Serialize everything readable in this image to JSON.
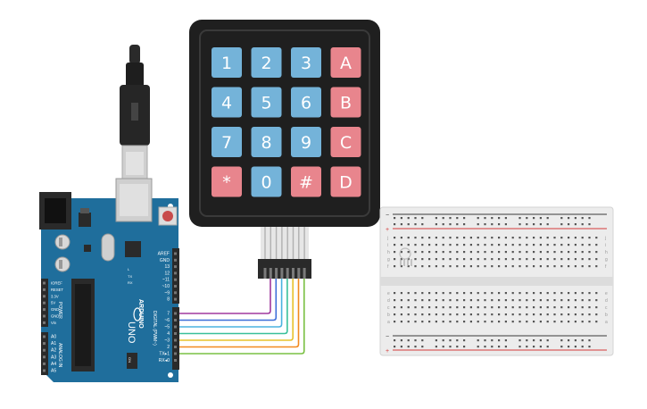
{
  "keypad": {
    "keys": [
      {
        "label": "1",
        "color": "blue"
      },
      {
        "label": "2",
        "color": "blue"
      },
      {
        "label": "3",
        "color": "blue"
      },
      {
        "label": "A",
        "color": "red"
      },
      {
        "label": "4",
        "color": "blue"
      },
      {
        "label": "5",
        "color": "blue"
      },
      {
        "label": "6",
        "color": "blue"
      },
      {
        "label": "B",
        "color": "red"
      },
      {
        "label": "7",
        "color": "blue"
      },
      {
        "label": "8",
        "color": "blue"
      },
      {
        "label": "9",
        "color": "blue"
      },
      {
        "label": "C",
        "color": "red"
      },
      {
        "label": "*",
        "color": "red"
      },
      {
        "label": "0",
        "color": "blue"
      },
      {
        "label": "#",
        "color": "red"
      },
      {
        "label": "D",
        "color": "red"
      }
    ],
    "blue": "#74b3d9",
    "red": "#e8858d",
    "body": "#1f1f1f"
  },
  "arduino": {
    "brand": "ARDUINO",
    "model": "UNO",
    "digital_header": "DIGITAL (PWM~)",
    "power_label": "POWER",
    "analog_label": "ANALOG IN",
    "on_label": "ON",
    "top_pins": [
      "AREF",
      "GND",
      "13",
      "12",
      "~11",
      "~10",
      "~9",
      "8"
    ],
    "bottom_pins": [
      "7",
      "~6",
      "~5",
      "4",
      "~3",
      "2",
      "TX▸1",
      "RX◂0"
    ],
    "power_pins": [
      "IOREF",
      "RESET",
      "3.3V",
      "5V",
      "GND",
      "GND",
      "Vin"
    ],
    "analog_pins": [
      "A0",
      "A1",
      "A2",
      "A3",
      "A4",
      "A5"
    ],
    "tx_label": "TX",
    "rx_label": "RX",
    "l_label": "L",
    "board_color": "#1f6e9c"
  },
  "wires": {
    "colors": [
      "#a0399d",
      "#3e6fd8",
      "#4bb3e0",
      "#39c09a",
      "#e7c22c",
      "#f28a1f",
      "#7ac043"
    ]
  },
  "breadboard": {
    "row_letters_top": [
      "j",
      "i",
      "h",
      "g",
      "f"
    ],
    "row_letters_bottom": [
      "e",
      "d",
      "c",
      "b",
      "a"
    ],
    "rail_plus": "+",
    "rail_minus": "−"
  }
}
